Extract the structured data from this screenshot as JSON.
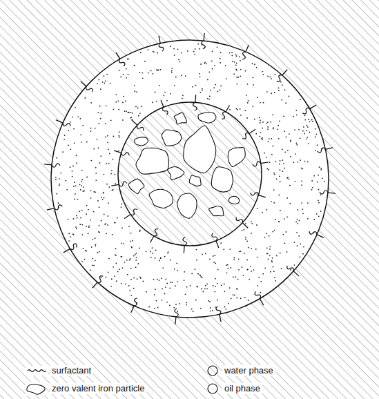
{
  "diagram": {
    "legend": [
      {
        "text": "surfactant"
      },
      {
        "text": "water phase"
      },
      {
        "text": "zero valent iron particle"
      },
      {
        "text": "oil phase"
      }
    ]
  }
}
